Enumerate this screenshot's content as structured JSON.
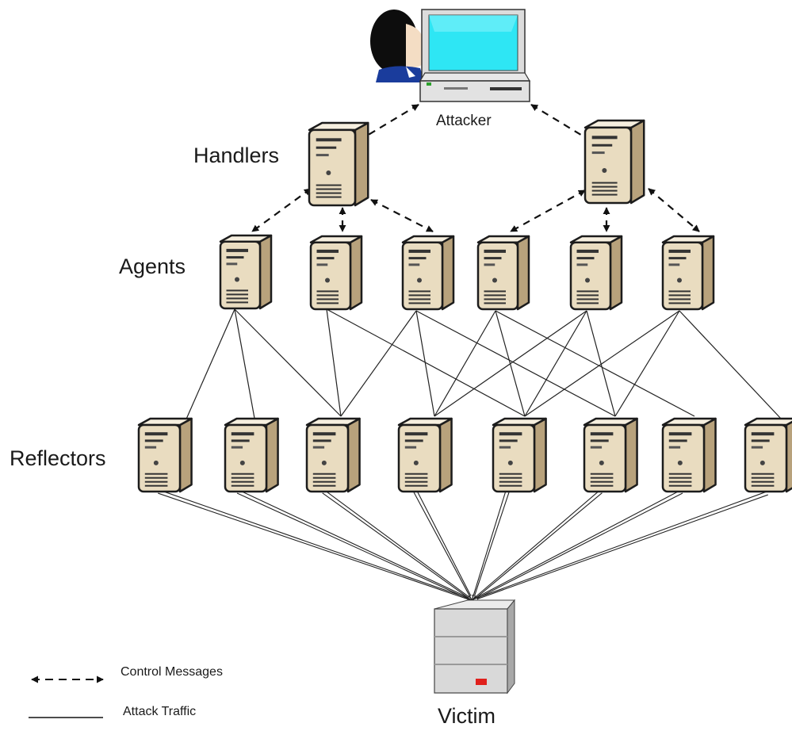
{
  "labels": {
    "attacker": "Attacker",
    "handlers": "Handlers",
    "agents": "Agents",
    "reflectors": "Reflectors",
    "victim": "Victim"
  },
  "legend": {
    "control": "Control Messages",
    "attack": "Attack Traffic"
  },
  "colors": {
    "server_front": "#e9dcc0",
    "server_side": "#b8a27c",
    "server_top": "#f6efdf",
    "server_outline": "#1c1c1c",
    "screen": "#2ee6f4",
    "victim_body": "#d8d8d8",
    "victim_side": "#a9a9a9",
    "victim_led": "#e0201c",
    "link": "#222222"
  },
  "icons": {
    "attacker": "attacker-at-computer-icon",
    "server": "server-tower-icon",
    "victim": "victim-server-icon"
  }
}
